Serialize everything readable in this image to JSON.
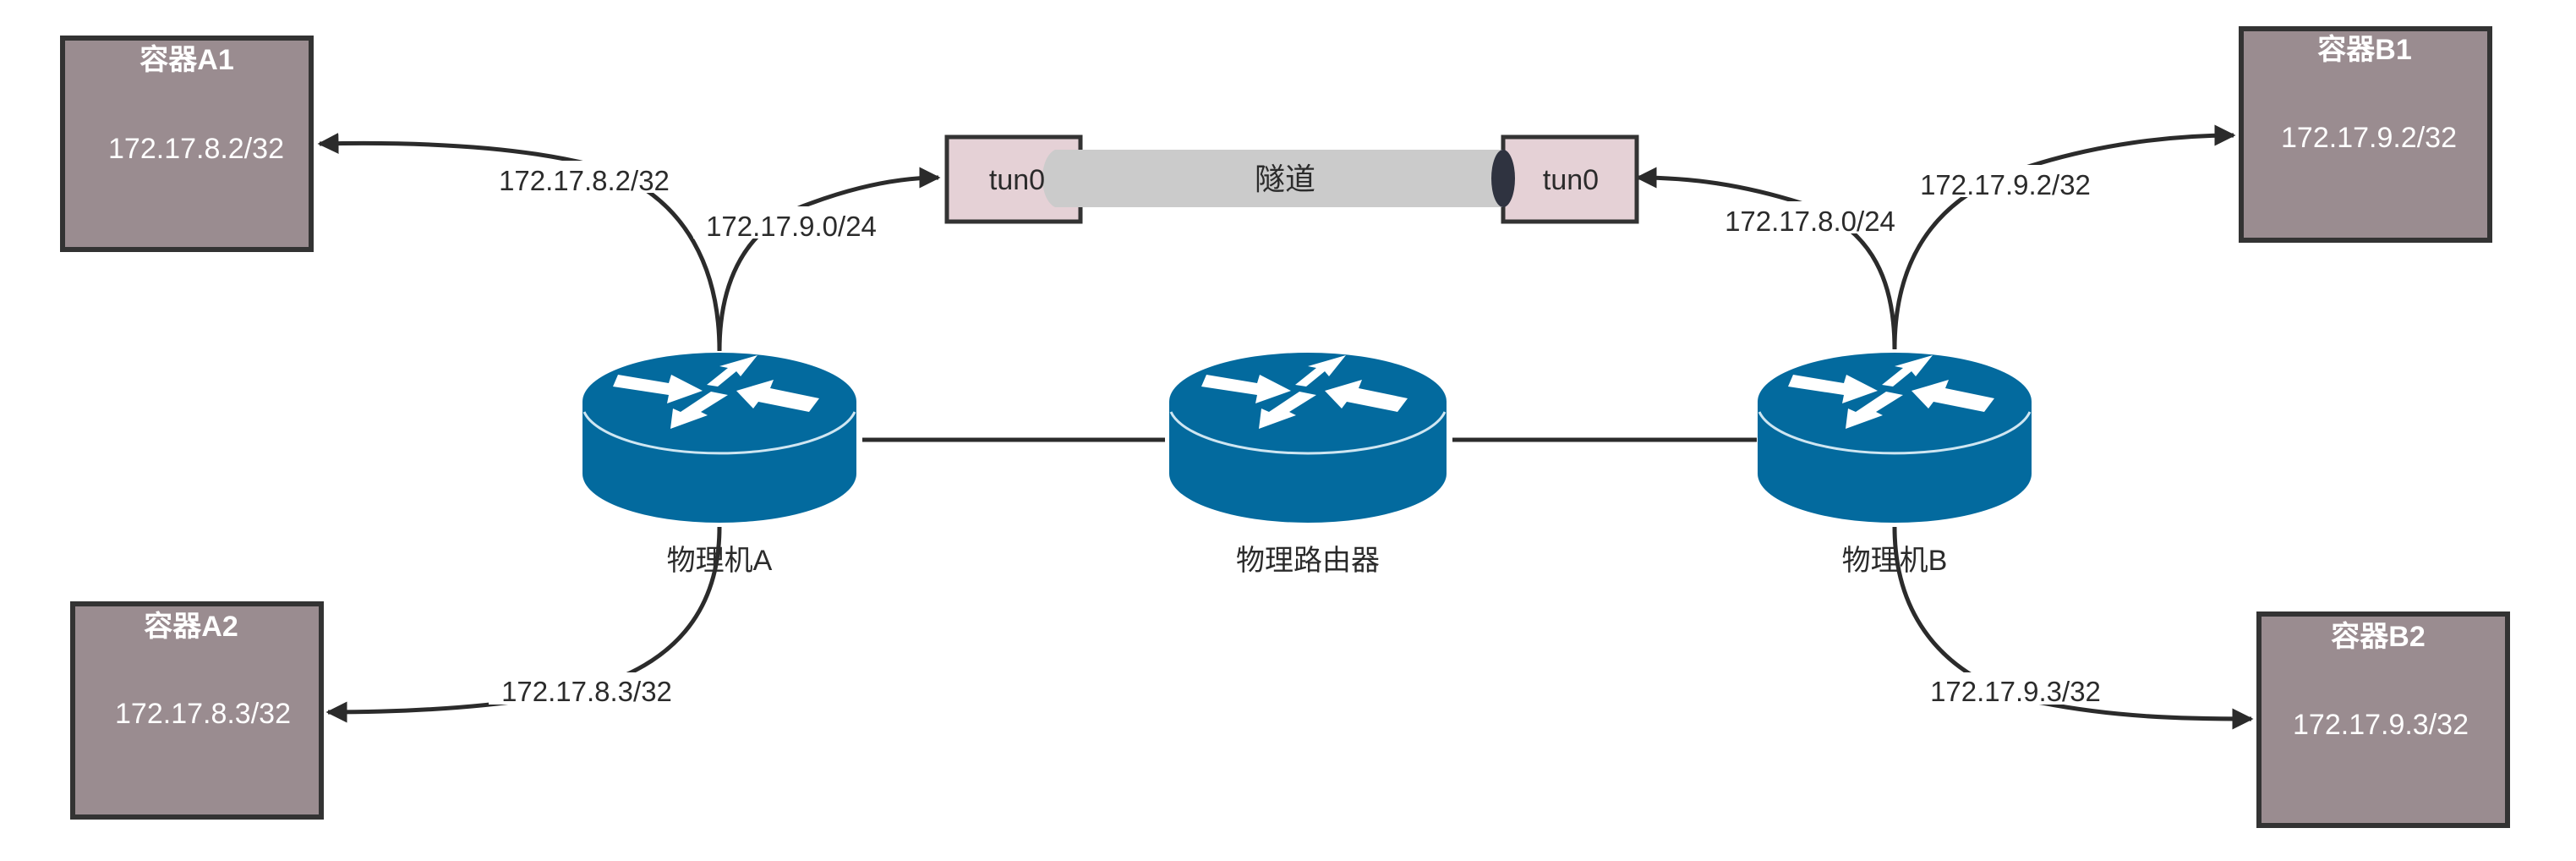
{
  "diagram": {
    "tunnel": {
      "label": "隧道",
      "left_interface": "tun0",
      "right_interface": "tun0"
    },
    "routers": [
      {
        "id": "host-a",
        "label": "物理机A"
      },
      {
        "id": "physical-router",
        "label": "物理路由器"
      },
      {
        "id": "host-b",
        "label": "物理机B"
      }
    ],
    "containers": [
      {
        "id": "a1",
        "title": "容器A1",
        "ip": "172.17.8.2/32"
      },
      {
        "id": "a2",
        "title": "容器A2",
        "ip": "172.17.8.3/32"
      },
      {
        "id": "b1",
        "title": "容器B1",
        "ip": "172.17.9.2/32"
      },
      {
        "id": "b2",
        "title": "容器B2",
        "ip": "172.17.9.3/32"
      }
    ],
    "routes": [
      {
        "id": "a-to-a1",
        "label": "172.17.8.2/32"
      },
      {
        "id": "a-to-tun",
        "label": "172.17.9.0/24"
      },
      {
        "id": "a-to-a2",
        "label": "172.17.8.3/32"
      },
      {
        "id": "b-to-tun",
        "label": "172.17.8.0/24"
      },
      {
        "id": "b-to-b1",
        "label": "172.17.9.2/32"
      },
      {
        "id": "b-to-b2",
        "label": "172.17.9.3/32"
      }
    ],
    "colors": {
      "router": "#036a9e",
      "container": "#9a8c90",
      "tun_box": "#e5d1d6",
      "tunnel": "#cbcbcb",
      "line": "#2b2b2b"
    }
  }
}
